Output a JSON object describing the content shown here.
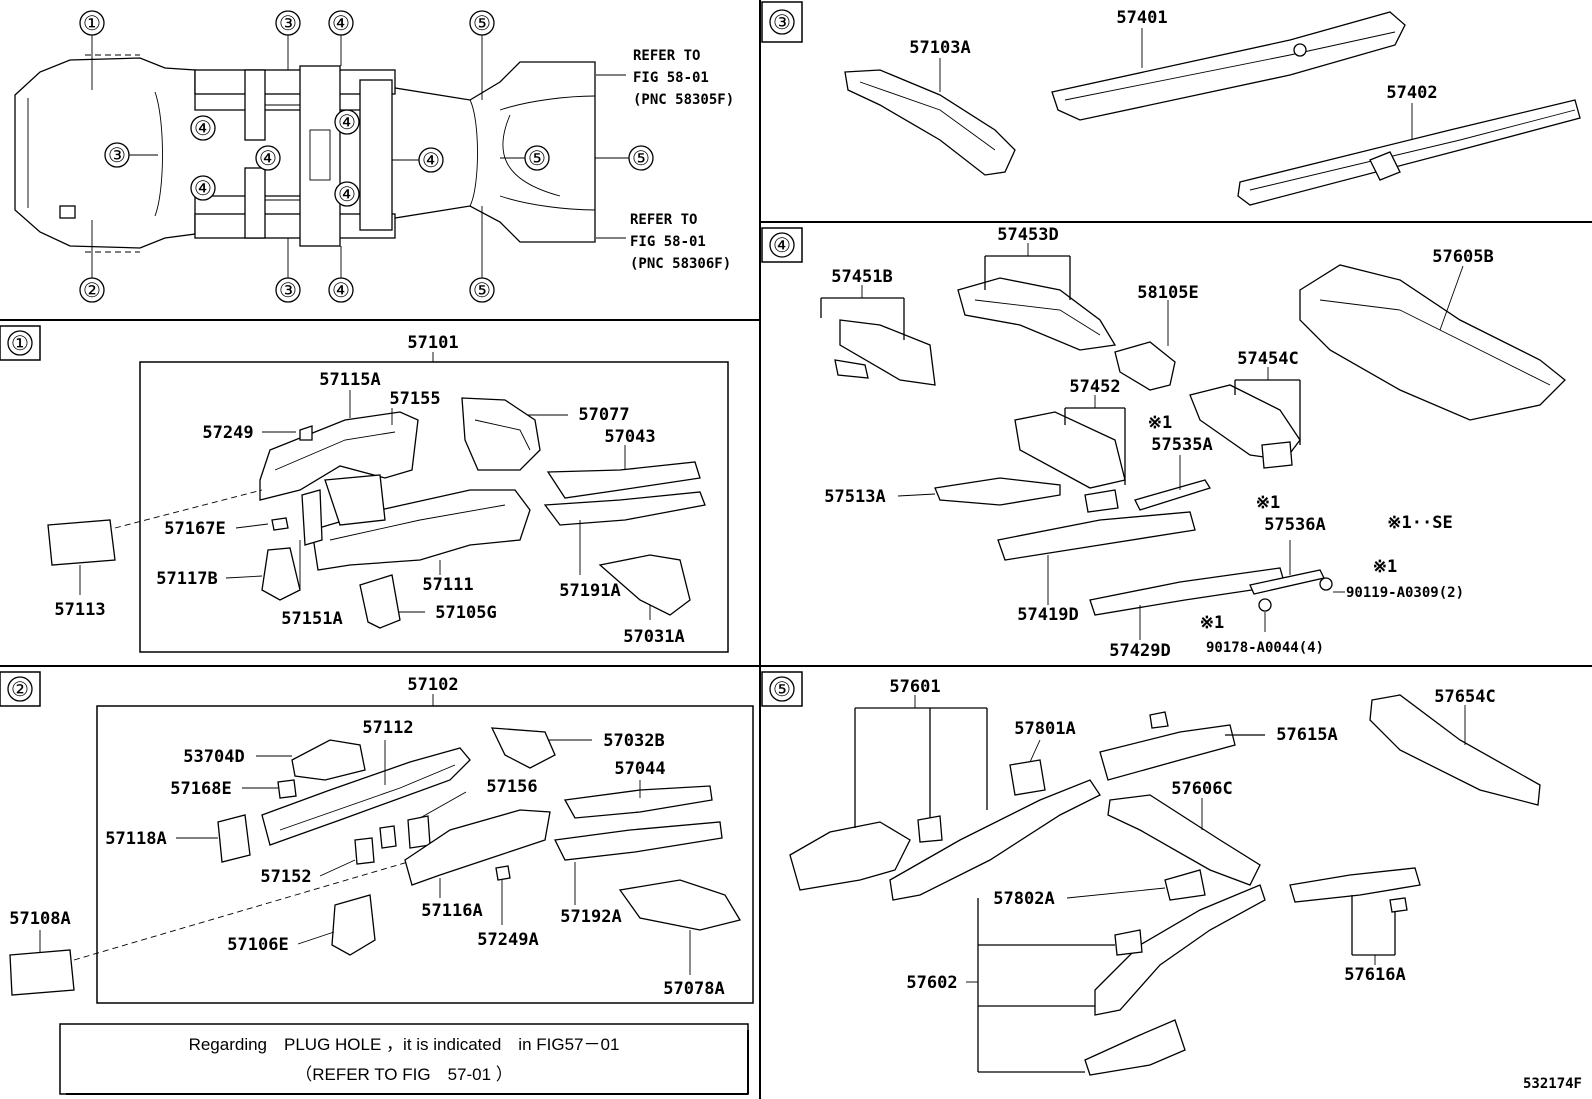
{
  "diagram": {
    "overview": {
      "circles": [
        "①",
        "②",
        "③",
        "④",
        "⑤"
      ],
      "refer_top": [
        "REFER TO",
        "FIG 58-01",
        "(PNC 58305F)"
      ],
      "refer_bottom": [
        "REFER TO",
        "FIG 58-01",
        "(PNC 58306F)"
      ]
    },
    "panel1": {
      "tag": "①",
      "group": "57101",
      "labels": [
        "57115A",
        "57155",
        "57249",
        "57077",
        "57043",
        "57167E",
        "57117B",
        "57111",
        "57151A",
        "57105G",
        "57191A",
        "57031A",
        "57113"
      ]
    },
    "panel2": {
      "tag": "②",
      "group": "57102",
      "labels": [
        "57112",
        "53704D",
        "57032B",
        "57168E",
        "57156",
        "57044",
        "57118A",
        "57152",
        "57116A",
        "57192A",
        "57249A",
        "57106E",
        "57078A",
        "57108A"
      ],
      "note_line1": "Regarding　PLUG HOLE ，it is indicated　in FIG57－01",
      "note_line2": "（REFER TO FIG　57-01 ）"
    },
    "panel3": {
      "tag": "③",
      "labels": [
        "57401",
        "57103A",
        "57402"
      ]
    },
    "panel4": {
      "tag": "④",
      "labels": [
        "57453D",
        "57451B",
        "57605B",
        "58105E",
        "57454C",
        "57452",
        "※1",
        "57535A",
        "57513A",
        "※1",
        "57536A",
        "※1··SE",
        "※1",
        "90119-A0309(2)",
        "57419D",
        "※1",
        "90178-A0044(4)",
        "57429D"
      ]
    },
    "panel5": {
      "tag": "⑤",
      "labels": [
        "57601",
        "57801A",
        "57615A",
        "57654C",
        "57606C",
        "57802A",
        "57602",
        "57616A"
      ]
    },
    "figure_code": "532174F"
  }
}
